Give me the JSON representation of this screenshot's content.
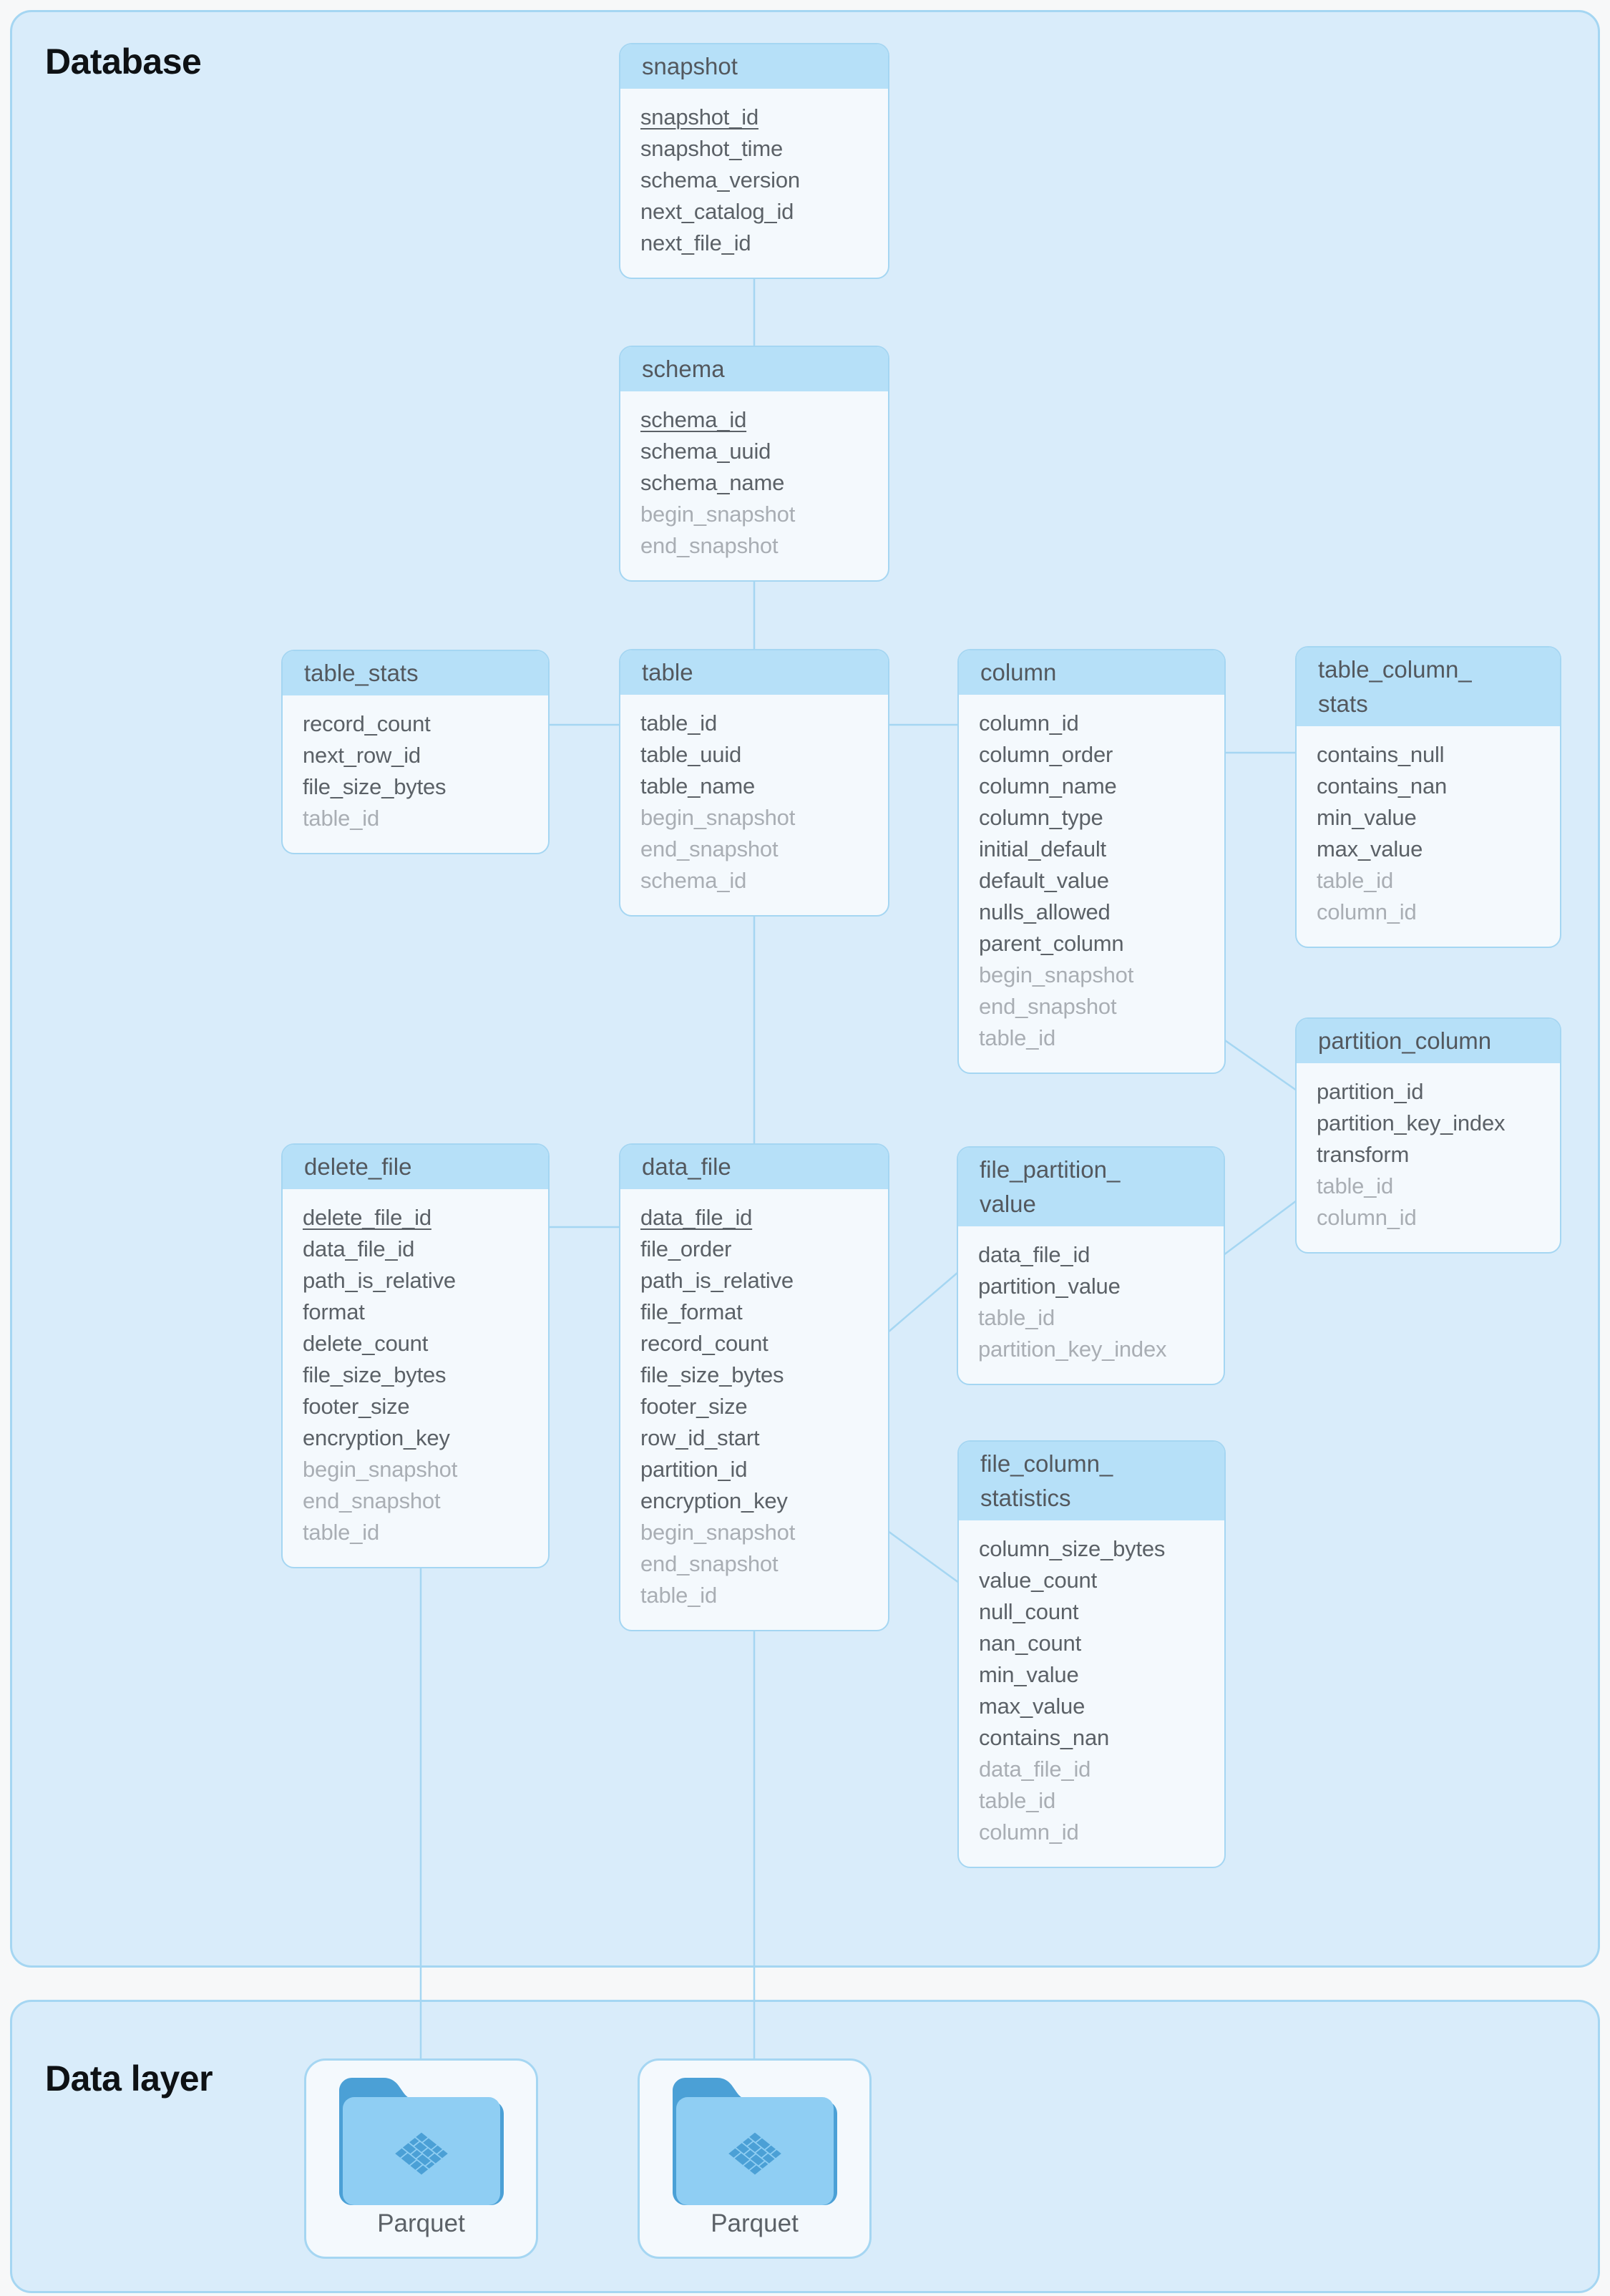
{
  "sections": {
    "database": {
      "title": "Database"
    },
    "data_layer": {
      "title": "Data layer"
    }
  },
  "entities": [
    {
      "id": "snapshot",
      "title": "snapshot",
      "fields": [
        {
          "name": "snapshot_id",
          "pk": true
        },
        {
          "name": "snapshot_time"
        },
        {
          "name": "schema_version"
        },
        {
          "name": "next_catalog_id"
        },
        {
          "name": "next_file_id"
        }
      ]
    },
    {
      "id": "schema",
      "title": "schema",
      "fields": [
        {
          "name": "schema_id",
          "pk": true
        },
        {
          "name": "schema_uuid"
        },
        {
          "name": "schema_name"
        },
        {
          "name": "begin_snapshot",
          "muted": true
        },
        {
          "name": "end_snapshot",
          "muted": true
        }
      ]
    },
    {
      "id": "table_stats",
      "title": "table_stats",
      "fields": [
        {
          "name": "record_count"
        },
        {
          "name": "next_row_id"
        },
        {
          "name": "file_size_bytes"
        },
        {
          "name": "table_id",
          "muted": true
        }
      ]
    },
    {
      "id": "table",
      "title": "table",
      "fields": [
        {
          "name": "table_id"
        },
        {
          "name": "table_uuid"
        },
        {
          "name": "table_name"
        },
        {
          "name": "begin_snapshot",
          "muted": true
        },
        {
          "name": "end_snapshot",
          "muted": true
        },
        {
          "name": "schema_id",
          "muted": true
        }
      ]
    },
    {
      "id": "column",
      "title": "column",
      "fields": [
        {
          "name": "column_id"
        },
        {
          "name": "column_order"
        },
        {
          "name": "column_name"
        },
        {
          "name": "column_type"
        },
        {
          "name": "initial_default"
        },
        {
          "name": "default_value"
        },
        {
          "name": "nulls_allowed"
        },
        {
          "name": "parent_column"
        },
        {
          "name": "begin_snapshot",
          "muted": true
        },
        {
          "name": "end_snapshot",
          "muted": true
        },
        {
          "name": "table_id",
          "muted": true
        }
      ]
    },
    {
      "id": "table_column_stats",
      "title": "table_column_\nstats",
      "fields": [
        {
          "name": "contains_null"
        },
        {
          "name": "contains_nan"
        },
        {
          "name": "min_value"
        },
        {
          "name": "max_value"
        },
        {
          "name": "table_id",
          "muted": true
        },
        {
          "name": "column_id",
          "muted": true
        }
      ]
    },
    {
      "id": "partition_column",
      "title": "partition_column",
      "fields": [
        {
          "name": "partition_id"
        },
        {
          "name": "partition_key_index"
        },
        {
          "name": "transform"
        },
        {
          "name": "table_id",
          "muted": true
        },
        {
          "name": "column_id",
          "muted": true
        }
      ]
    },
    {
      "id": "delete_file",
      "title": "delete_file",
      "fields": [
        {
          "name": "delete_file_id",
          "pk": true
        },
        {
          "name": "data_file_id"
        },
        {
          "name": "path_is_relative"
        },
        {
          "name": "format"
        },
        {
          "name": "delete_count"
        },
        {
          "name": "file_size_bytes"
        },
        {
          "name": "footer_size"
        },
        {
          "name": "encryption_key"
        },
        {
          "name": "begin_snapshot",
          "muted": true
        },
        {
          "name": "end_snapshot",
          "muted": true
        },
        {
          "name": "table_id",
          "muted": true
        }
      ]
    },
    {
      "id": "data_file",
      "title": "data_file",
      "fields": [
        {
          "name": "data_file_id",
          "pk": true
        },
        {
          "name": "file_order"
        },
        {
          "name": "path_is_relative"
        },
        {
          "name": "file_format"
        },
        {
          "name": "record_count"
        },
        {
          "name": "file_size_bytes"
        },
        {
          "name": "footer_size"
        },
        {
          "name": "row_id_start"
        },
        {
          "name": "partition_id"
        },
        {
          "name": "encryption_key"
        },
        {
          "name": "begin_snapshot",
          "muted": true
        },
        {
          "name": "end_snapshot",
          "muted": true
        },
        {
          "name": "table_id",
          "muted": true
        }
      ]
    },
    {
      "id": "file_partition_value",
      "title": "file_partition_\nvalue",
      "fields": [
        {
          "name": "data_file_id"
        },
        {
          "name": "partition_value"
        },
        {
          "name": "table_id",
          "muted": true
        },
        {
          "name": "partition_key_index",
          "muted": true
        }
      ]
    },
    {
      "id": "file_column_statistics",
      "title": "file_column_\nstatistics",
      "fields": [
        {
          "name": "column_size_bytes"
        },
        {
          "name": "value_count"
        },
        {
          "name": "null_count"
        },
        {
          "name": "nan_count"
        },
        {
          "name": "min_value"
        },
        {
          "name": "max_value"
        },
        {
          "name": "contains_nan"
        },
        {
          "name": "data_file_id",
          "muted": true
        },
        {
          "name": "table_id",
          "muted": true
        },
        {
          "name": "column_id",
          "muted": true
        }
      ]
    }
  ],
  "data_layer_items": [
    {
      "label": "Parquet",
      "icon": "parquet-folder-icon"
    },
    {
      "label": "Parquet",
      "icon": "parquet-folder-icon"
    }
  ],
  "relationships": [
    {
      "from": "snapshot",
      "to": "schema"
    },
    {
      "from": "schema",
      "to": "table"
    },
    {
      "from": "table_stats",
      "to": "table"
    },
    {
      "from": "table",
      "to": "column"
    },
    {
      "from": "column",
      "to": "table_column_stats"
    },
    {
      "from": "column",
      "to": "partition_column"
    },
    {
      "from": "table",
      "to": "data_file"
    },
    {
      "from": "delete_file",
      "to": "data_file"
    },
    {
      "from": "data_file",
      "to": "file_partition_value"
    },
    {
      "from": "data_file",
      "to": "file_column_statistics"
    },
    {
      "from": "file_partition_value",
      "to": "partition_column"
    },
    {
      "from": "delete_file",
      "to": "parquet-folder-1"
    },
    {
      "from": "data_file",
      "to": "parquet-folder-2"
    }
  ],
  "colors": {
    "section_fill": "#d9ecfa",
    "section_border": "#a5d6f2",
    "card_fill": "#f4f9fd",
    "card_border": "#a5d6f2",
    "card_header_fill": "#b6e0f8",
    "header_text": "#53585e",
    "field_text": "#5b6167",
    "muted_field_text": "#a9aeb4",
    "title_text": "#0e1114",
    "connector": "#a5d6f2",
    "folder_dark": "#4ba0d6",
    "folder_light": "#8fcef3"
  }
}
